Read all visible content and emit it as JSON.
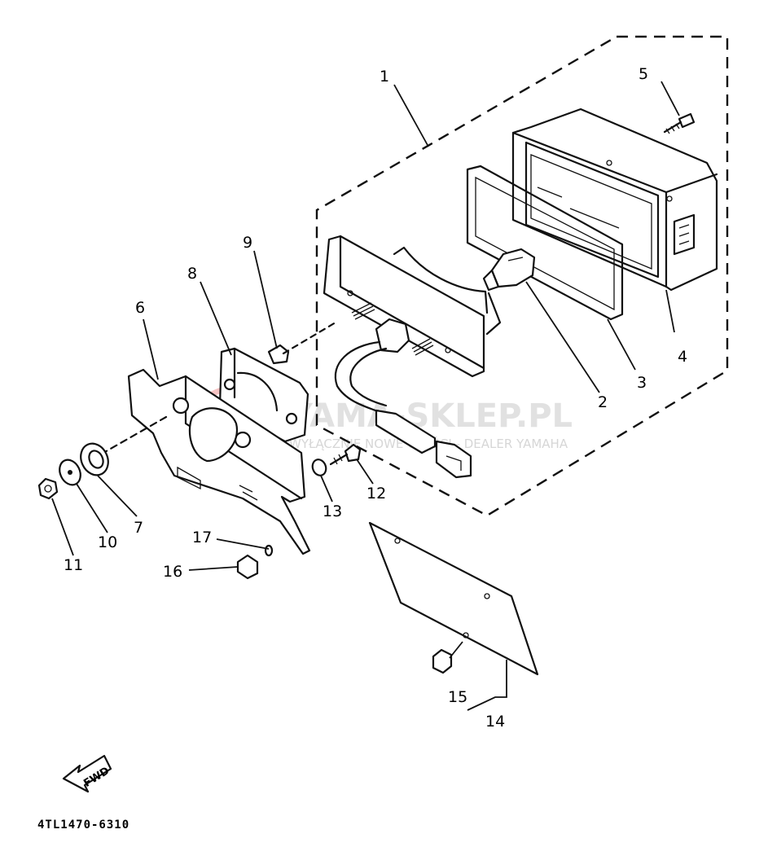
{
  "diagram": {
    "callouts": [
      {
        "id": "1",
        "text": "1"
      },
      {
        "id": "2",
        "text": "2"
      },
      {
        "id": "3",
        "text": "3"
      },
      {
        "id": "4",
        "text": "4"
      },
      {
        "id": "5",
        "text": "5"
      },
      {
        "id": "6",
        "text": "6"
      },
      {
        "id": "7",
        "text": "7"
      },
      {
        "id": "8",
        "text": "8"
      },
      {
        "id": "9",
        "text": "9"
      },
      {
        "id": "10",
        "text": "10"
      },
      {
        "id": "11",
        "text": "11"
      },
      {
        "id": "12",
        "text": "12"
      },
      {
        "id": "13",
        "text": "13"
      },
      {
        "id": "14",
        "text": "14"
      },
      {
        "id": "15",
        "text": "15"
      },
      {
        "id": "16",
        "text": "16"
      },
      {
        "id": "17",
        "text": "17"
      }
    ],
    "fwd_label": "FWD",
    "drawing_code": "4TL1470-6310"
  },
  "watermark": {
    "brand": "YAMA-SKLEP.PL",
    "tagline": "WYŁĄCZNIE NOWE CZĘŚCI - DEALER YAMAHA"
  }
}
